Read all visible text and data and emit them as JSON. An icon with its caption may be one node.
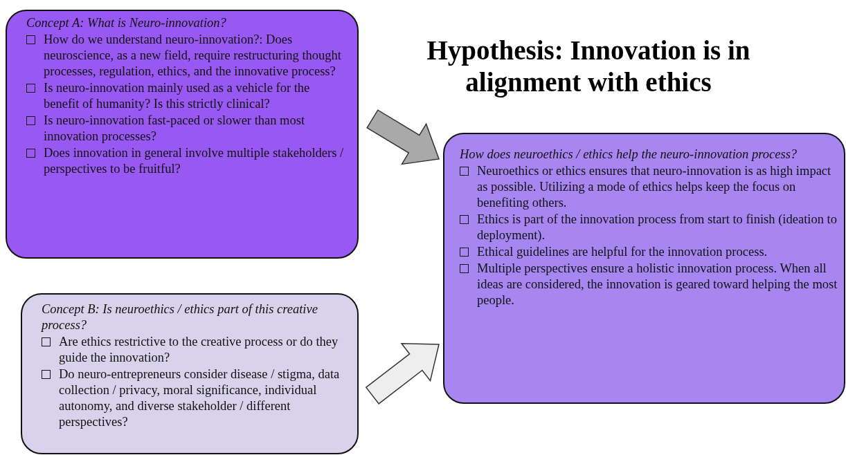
{
  "diagram": {
    "title": "Hypothesis: Innovation is in alignment with ethics",
    "nodes": [
      {
        "text": [
          "Concept A: What is Neuro-innovation?",
          "How do we understand neuro-innovation?: Does neuroscience, as a new field, require restructuring thought processes, regulation, ethics, and the innovative process?",
          "Is neuro-innovation mainly used as a vehicle for the benefit of humanity? Is this strictly clinical?",
          "Is neuro-innovation fast-paced or slower than most innovation processes?",
          "Does innovation in general involve multiple stakeholders / perspectives to be fruitful?"
        ]
      },
      {
        "text": [
          "Concept B: Is neuroethics / ethics part of this creative process?",
          "Are ethics restrictive to the creative process or do they guide the innovation?",
          "Do neuro-entrepreneurs consider disease / stigma, data collection / privacy, moral significance, individual autonomy, and diverse stakeholder / different perspectives?"
        ]
      },
      {
        "text": [
          "How does neuroethics / ethics help the neuro-innovation process?",
          "Neuroethics or ethics ensures that neuro-innovation is as high impact as possible. Utilizing a mode of ethics helps keep the focus on benefiting others.",
          "Ethics is part of the innovation process from start to finish (ideation to deployment).",
          "Ethical guidelines are helpful for the innovation process.",
          "Multiple perspectives ensure a holistic innovation process. When all ideas are considered, the innovation is geared toward helping the most people."
        ]
      }
    ],
    "edges": [
      {
        "from": 0,
        "to": 2,
        "arrow": "to",
        "style": "thick",
        "color": "#a9a9a9"
      },
      {
        "from": 1,
        "to": 2,
        "arrow": "to",
        "style": "thick",
        "color": "#eeeeee"
      }
    ]
  }
}
